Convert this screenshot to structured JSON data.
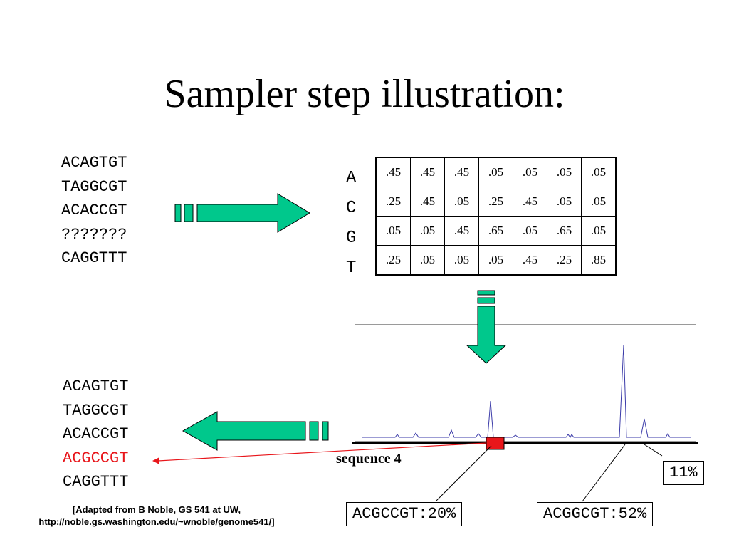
{
  "title": "Sampler step illustration:",
  "input_sequences": [
    "ACAGTGT",
    "TAGGCGT",
    "ACACCGT",
    "???????",
    "CAGGTTT"
  ],
  "output_sequences": [
    "ACAGTGT",
    "TAGGCGT",
    "ACACCGT",
    "ACGCCGT",
    "CAGGTTT"
  ],
  "highlight_color": "#e8161b",
  "arrow_color": "#00c88c",
  "matrix": {
    "row_labels": [
      "A",
      "C",
      "G",
      "T"
    ],
    "rows": [
      [
        ".45",
        ".45",
        ".45",
        ".05",
        ".05",
        ".05",
        ".05"
      ],
      [
        ".25",
        ".45",
        ".05",
        ".25",
        ".45",
        ".05",
        ".05"
      ],
      [
        ".05",
        ".05",
        ".45",
        ".65",
        ".05",
        ".65",
        ".05"
      ],
      [
        ".25",
        ".05",
        ".05",
        ".05",
        ".45",
        ".25",
        ".85"
      ]
    ]
  },
  "plot": {
    "peak_color": "#3a3aa8",
    "selected_marker_color": "#e8161b"
  },
  "labels": {
    "sequence4": "sequence 4",
    "pct11": "11%",
    "box_left": "ACGCCGT:20%",
    "box_right": "ACGGCGT:52%"
  },
  "credit": {
    "line1": "[Adapted from B Noble, GS 541 at UW,",
    "line2": "http://noble.gs.washington.edu/~wnoble/genome541/]"
  }
}
